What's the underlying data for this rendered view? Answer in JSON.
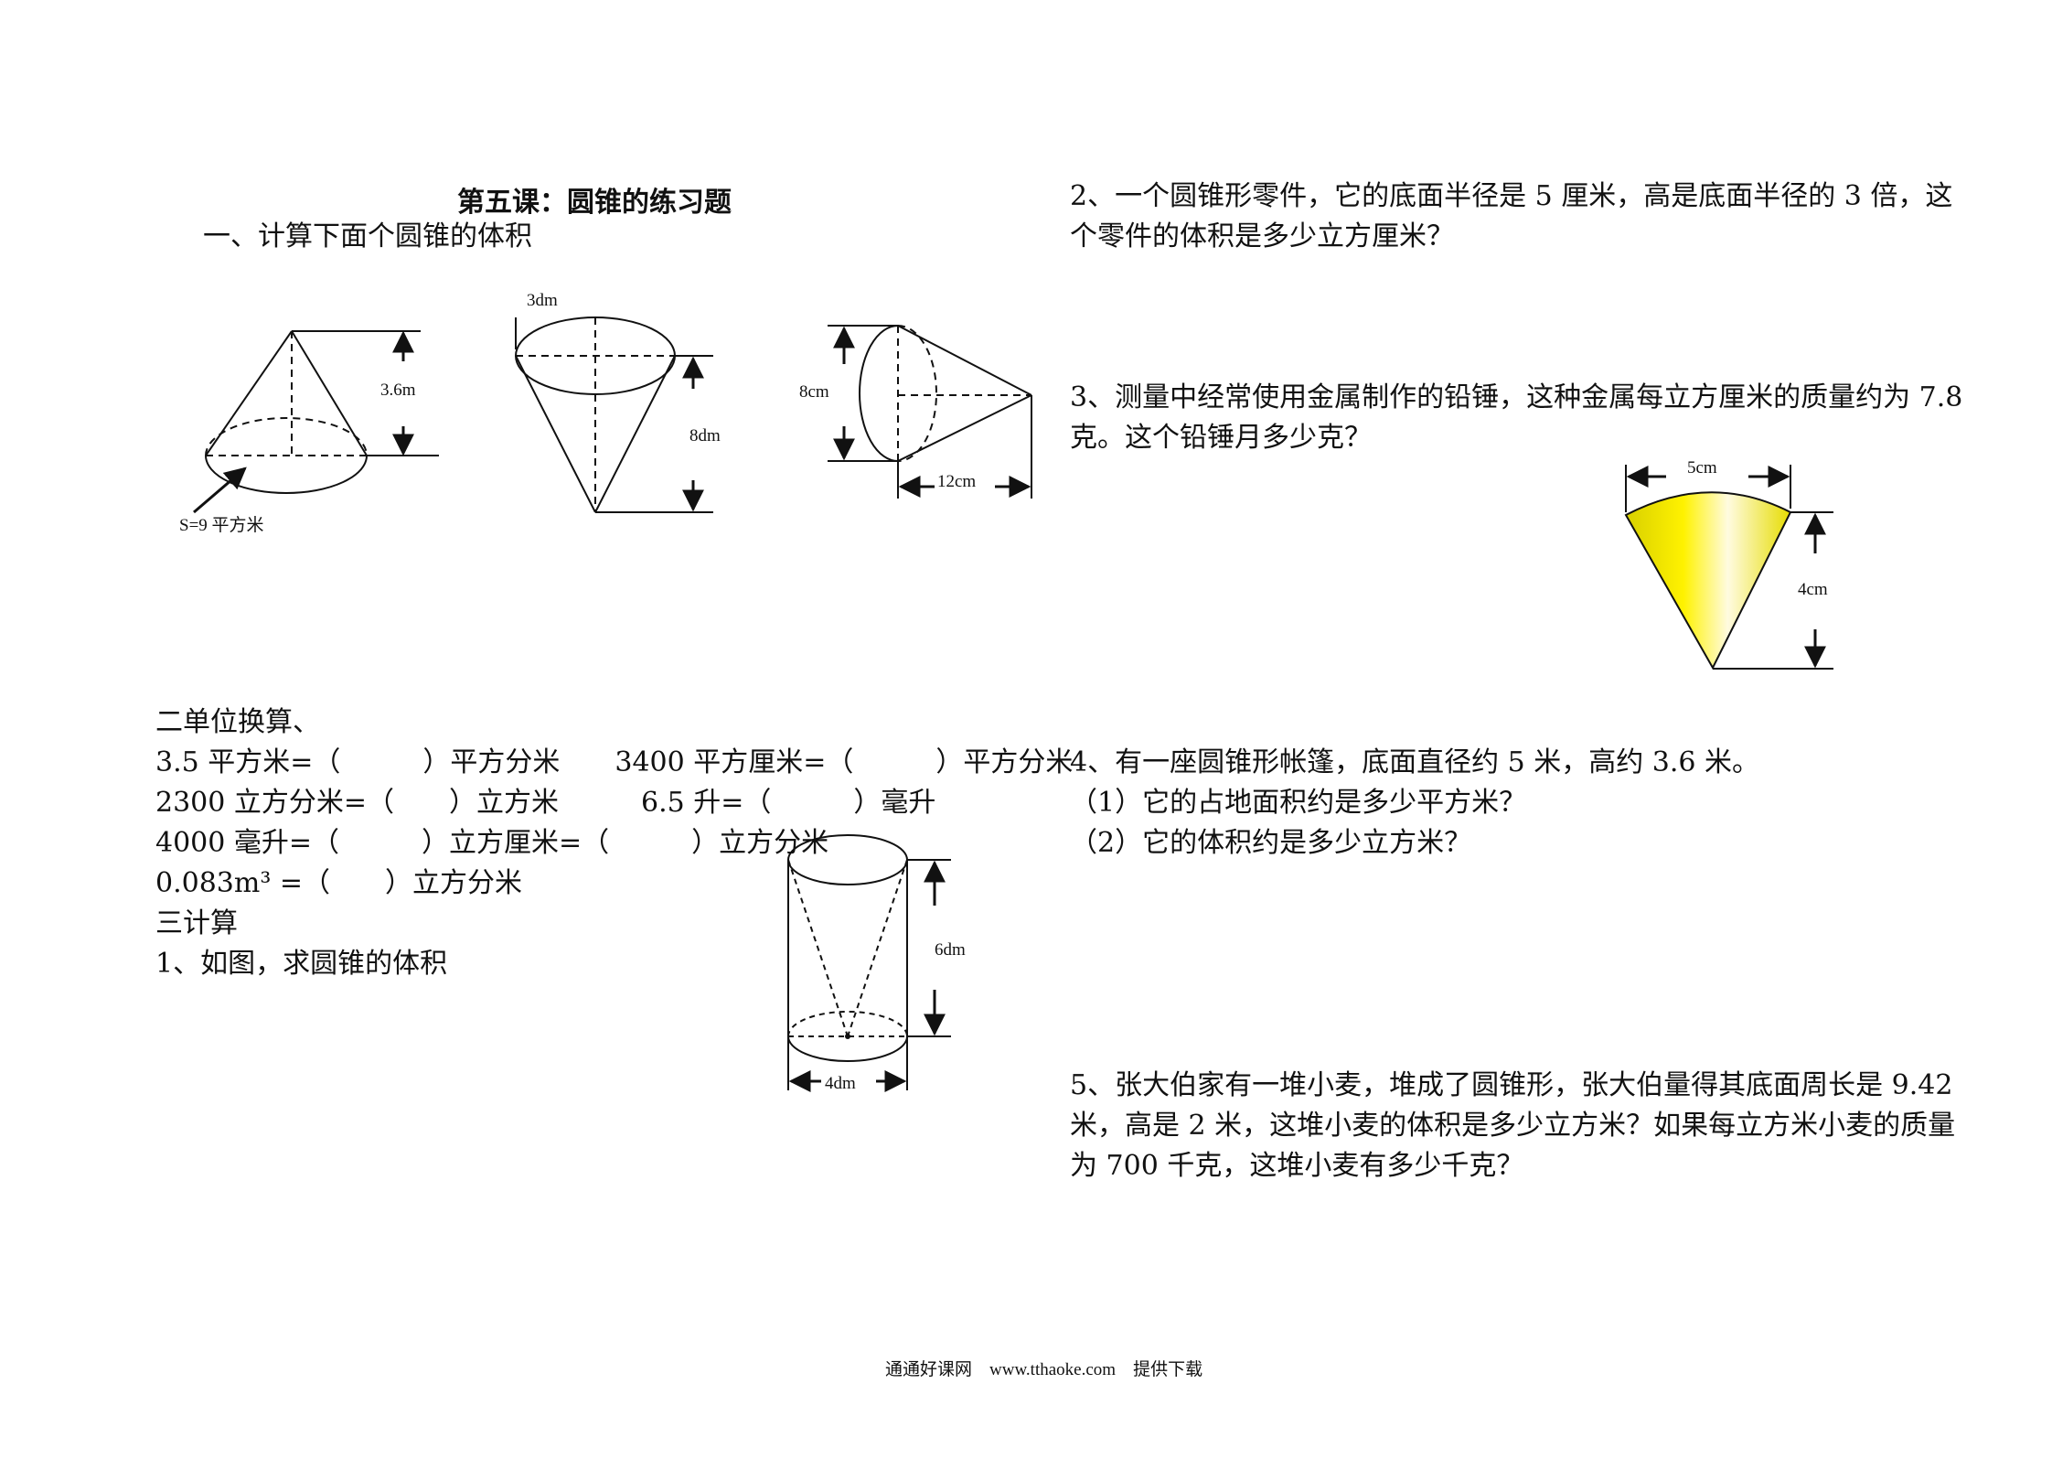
{
  "left": {
    "title": "第五课：圆锥的练习题",
    "sec1": "一、计算下面个圆锥的体积",
    "fig1": {
      "height": "3.6m",
      "area": "S=9 平方米"
    },
    "fig2": {
      "diameter": "3dm",
      "height": "8dm"
    },
    "fig3": {
      "diameter": "8cm",
      "length": "12cm"
    },
    "sec2": "二单位换算、",
    "conv": [
      "3.5 平方米=（　　　）平方分米　　3400 平方厘米=（　　　）平方分米",
      "2300 立方分米=（　　）立方米　　　6.5 升=（　　　）毫升",
      "4000 毫升=（　　　）立方厘米=（　　　）立方分米",
      "0.083m³ =（　　）立方分米"
    ],
    "sec3": "三计算",
    "q1": "1、如图，求圆锥的体积",
    "fig4": {
      "height": "6dm",
      "diameter": "4dm"
    }
  },
  "right": {
    "q2": [
      "2、一个圆锥形零件，它的底面半径是 5 厘米，高是底面半径的 3 倍，这",
      "个零件的体积是多少立方厘米？"
    ],
    "q3": [
      "3、测量中经常使用金属制作的铅锤，这种金属每立方厘米的质量约为 7.8",
      "克。这个铅锤月多少克？"
    ],
    "fig5": {
      "width": "5cm",
      "height": "4cm"
    },
    "q4": [
      "4、有一座圆锥形帐篷，底面直径约 5 米，高约 3.6 米。",
      "（1）它的占地面积约是多少平方米？",
      "（2）它的体积约是多少立方米？"
    ],
    "q5": [
      "5、张大伯家有一堆小麦，堆成了圆锥形，张大伯量得其底面周长是 9.42",
      "米，高是 2 米，这堆小麦的体积是多少立方米？如果每立方米小麦的质量",
      "为 700 千克，这堆小麦有多少千克？"
    ]
  },
  "footer": "通通好课网　www.tthaoke.com　提供下载"
}
